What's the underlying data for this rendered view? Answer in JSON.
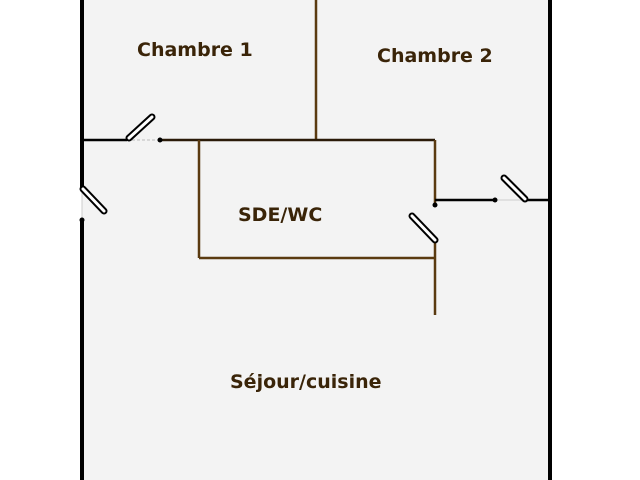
{
  "rooms": {
    "bedroom1": "Chambre 1",
    "bedroom2": "Chambre 2",
    "bathroom": "SDE/WC",
    "living": "Séjour/cuisine"
  },
  "colors": {
    "outer_wall": "#000000",
    "inner_wall": "#5a3a10",
    "label": "#3a2408",
    "floor": "#f3f3f3"
  }
}
